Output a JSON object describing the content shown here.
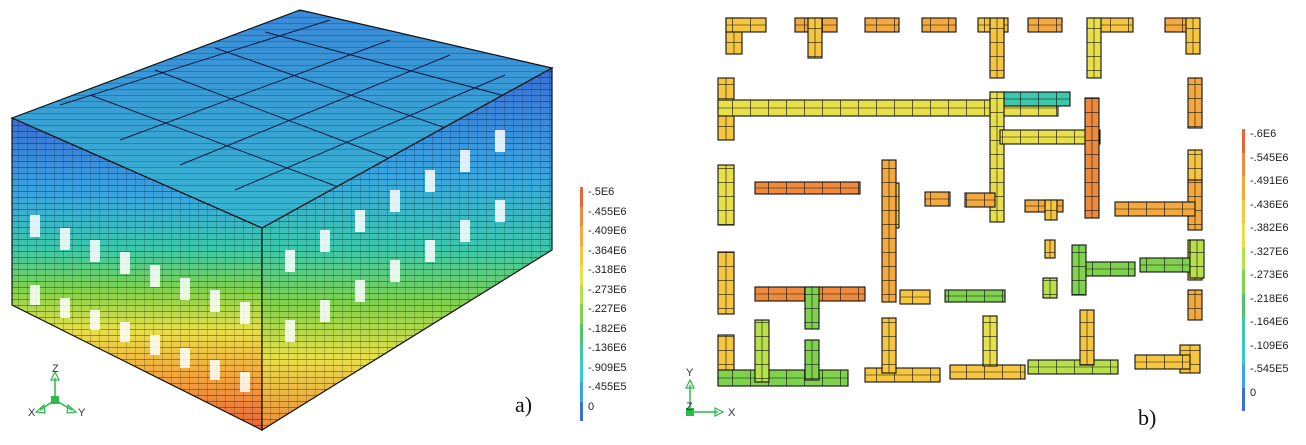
{
  "panel_a": {
    "label": "a)",
    "legend": [
      {
        "label": "-.5E6",
        "color": "#e8643a"
      },
      {
        "label": "-.455E6",
        "color": "#ef8a3c"
      },
      {
        "label": "-.409E6",
        "color": "#f4a93e"
      },
      {
        "label": "-.364E6",
        "color": "#f6c640"
      },
      {
        "label": "-.318E6",
        "color": "#e8e04a"
      },
      {
        "label": "-.273E6",
        "color": "#b7e04a"
      },
      {
        "label": "-.227E6",
        "color": "#7fd24c"
      },
      {
        "label": "-.182E6",
        "color": "#4cc46c"
      },
      {
        "label": "-.136E6",
        "color": "#3cc8aa"
      },
      {
        "label": "-.909E5",
        "color": "#38c8d8"
      },
      {
        "label": "-.455E5",
        "color": "#3aa6e0"
      },
      {
        "label": "0",
        "color": "#3a6fd6"
      }
    ],
    "axes": {
      "z": "Z",
      "x": "X",
      "y": "Y"
    }
  },
  "panel_b": {
    "label": "b)",
    "legend": [
      {
        "label": "-.6E6",
        "color": "#e8643a"
      },
      {
        "label": "-.545E6",
        "color": "#ef8a3c"
      },
      {
        "label": "-.491E6",
        "color": "#f4a93e"
      },
      {
        "label": "-.436E6",
        "color": "#f6c640"
      },
      {
        "label": "-.382E6",
        "color": "#e8e04a"
      },
      {
        "label": "-.327E6",
        "color": "#b7e04a"
      },
      {
        "label": "-.273E6",
        "color": "#7fd24c"
      },
      {
        "label": "-.218E6",
        "color": "#4cc46c"
      },
      {
        "label": "-.164E6",
        "color": "#3cc8aa"
      },
      {
        "label": "-.109E6",
        "color": "#38c8d8"
      },
      {
        "label": "-.545E5",
        "color": "#3aa6e0"
      },
      {
        "label": "0",
        "color": "#3a6fd6"
      }
    ],
    "axes": {
      "y": "Y",
      "z": "Z",
      "x": "X"
    }
  }
}
